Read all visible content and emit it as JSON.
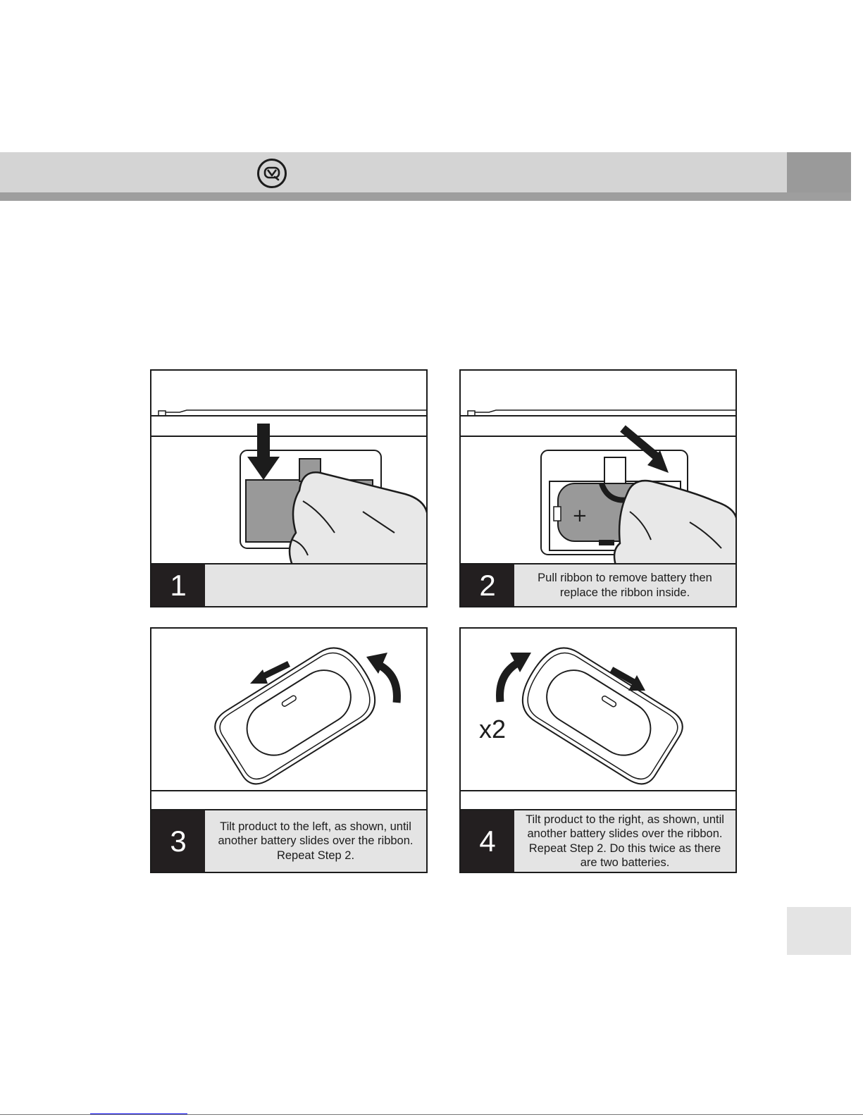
{
  "header": {
    "logo_icon": "speech-bubble-logo-icon"
  },
  "steps": [
    {
      "number": "1",
      "text": "",
      "icon": "battery-cover-press-illustration"
    },
    {
      "number": "2",
      "text": "Pull ribbon to remove battery then replace the ribbon inside.",
      "icon": "pull-ribbon-illustration"
    },
    {
      "number": "3",
      "text": "Tilt product to the left, as shown, until another battery slides over the ribbon. Repeat Step 2.",
      "icon": "tilt-left-illustration"
    },
    {
      "number": "4",
      "text": "Tilt product to the right, as shown, until another battery slides over the ribbon. Repeat Step 2. Do this twice as there are two batteries.",
      "icon": "tilt-right-illustration",
      "repeat_label": "x2"
    }
  ],
  "colors": {
    "header_gray": "#d4d4d4",
    "header_dark": "#9e9e9e",
    "caption_bg": "#e4e4e4",
    "number_bg": "#231f20"
  }
}
